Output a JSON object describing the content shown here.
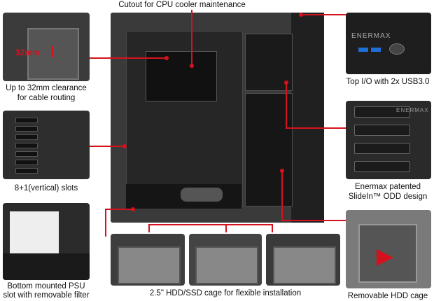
{
  "labels": {
    "cpu_cutout": "Cutout for CPU cooler maintenance",
    "cable_clearance_line1": "Up to 32mm clearance",
    "cable_clearance_line2": "for cable routing",
    "slots": "8+1(vertical) slots",
    "psu_line1": "Bottom mounted PSU",
    "psu_line2": "slot with removable filter",
    "top_io": "Top I/O with 2x USB3.0",
    "odd_line1": "Enermax patented",
    "odd_line2": "SlideIn™ ODD design",
    "hdd_cage": "Removable HDD cage",
    "ssd_cage": "2.5\" HDD/SSD cage for flexible installation"
  },
  "overlays": {
    "clearance_measure": "32mm",
    "brand_top": "ENERMAX",
    "brand_bay": "ENERMAX"
  },
  "colors": {
    "accent": "#d4121e",
    "case_dark": "#1c1c1c",
    "thumb_bg": "#2a2a2a"
  }
}
